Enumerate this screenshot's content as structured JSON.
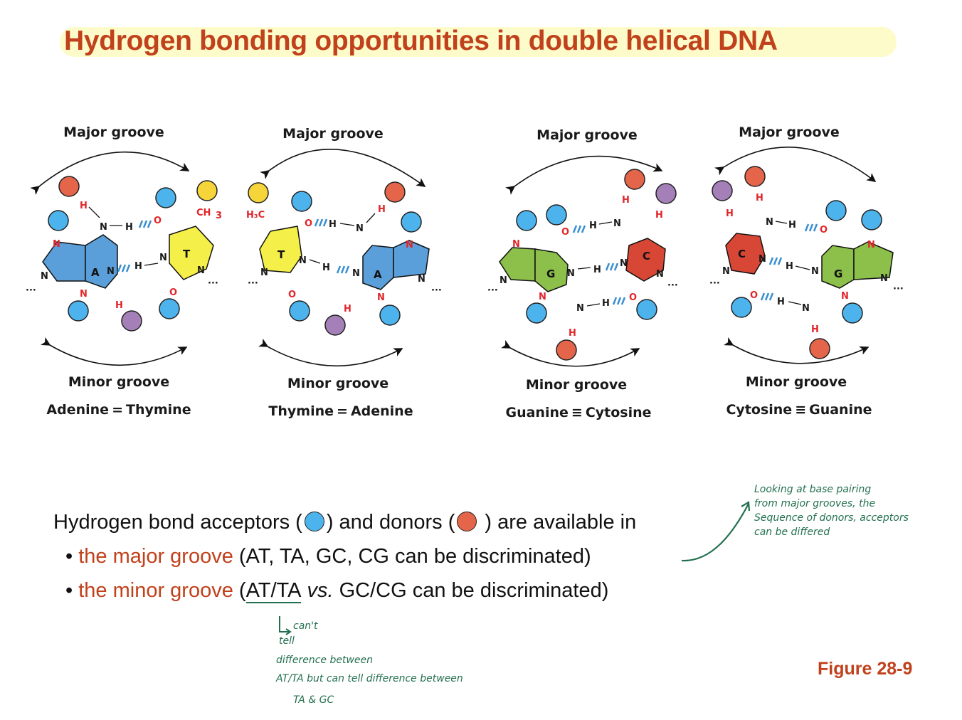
{
  "title": "Hydrogen bonding opportunities in double helical DNA",
  "colors": {
    "title_text": "#c0411b",
    "title_highlight": "#fdfbc9",
    "acceptor": "#4db3ec",
    "donor": "#e4654a",
    "methyl": "#f6d53b",
    "nonpolar_h": "#a47fb8",
    "adenine": "#5a9fd9",
    "thymine": "#f5ef4a",
    "guanine": "#8cc04a",
    "cytosine": "#d84735",
    "hbond": "#3a8fd0",
    "handwriting": "#23704f"
  },
  "panels": [
    {
      "major_label": "Major groove",
      "minor_label": "Minor groove",
      "pair_left": "Adenine",
      "bond": "=",
      "pair_right": "Thymine",
      "left_base": "A",
      "right_base": "T"
    },
    {
      "major_label": "Major groove",
      "minor_label": "Minor groove",
      "pair_left": "Thymine",
      "bond": "=",
      "pair_right": "Adenine",
      "left_base": "T",
      "right_base": "A"
    },
    {
      "major_label": "Major groove",
      "minor_label": "Minor groove",
      "pair_left": "Guanine",
      "bond": "≡",
      "pair_right": "Cytosine",
      "left_base": "G",
      "right_base": "C"
    },
    {
      "major_label": "Major groove",
      "minor_label": "Minor groove",
      "pair_left": "Cytosine",
      "bond": "≡",
      "pair_right": "Guanine",
      "left_base": "C",
      "right_base": "G"
    }
  ],
  "atoms": {
    "N": "N",
    "H": "H",
    "O": "O",
    "CH3": "CH",
    "CH3_sub": "3",
    "H3C": "H₃C",
    "dots": "···"
  },
  "body": {
    "line1_a": "Hydrogen bond acceptors (",
    "line1_b": ") and donors (",
    "line1_c": " ) are available in",
    "bullet": "•",
    "major_red": "the major groove",
    "major_rest": " (AT, TA, GC, CG can be discriminated)",
    "minor_red": "the minor groove",
    "minor_paren": " (",
    "minor_underlined": "AT/TA",
    "minor_vs": " vs.",
    "minor_rest": " GC/CG can be discriminated)"
  },
  "annotations": {
    "right_note": [
      "Looking at  base pairing",
      "from major grooves, the",
      "Sequence of  donors, acceptors",
      "can be differed"
    ],
    "bottom_note": [
      "can't",
      "tell",
      "difference between",
      "AT/TA   but   can tell    difference   between",
      "TA  & GC"
    ]
  },
  "figure_label": "Figure 28-9"
}
